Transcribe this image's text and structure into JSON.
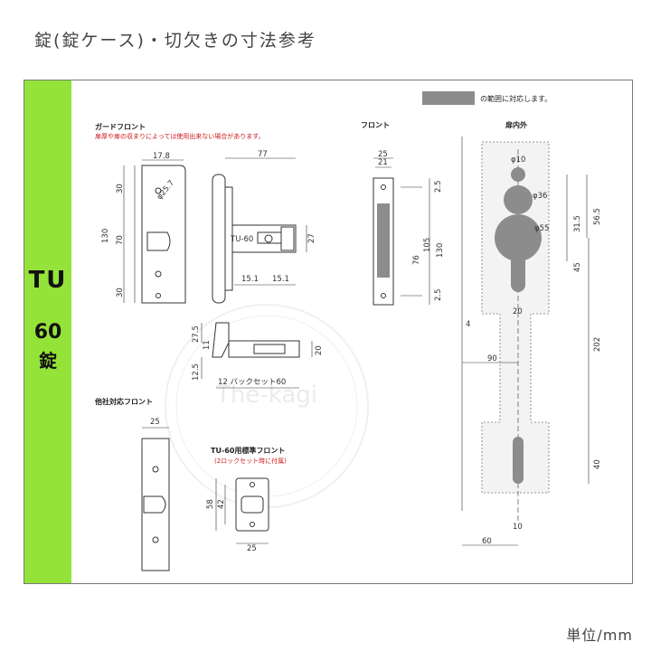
{
  "title": "錠(錠ケース)・切欠きの寸法参考",
  "sidebar": {
    "line1": "TU",
    "line2": "60",
    "line3": "錠"
  },
  "units_label": "単位/mm",
  "watermark": "The-kagi",
  "legend": {
    "text": "の範囲に対応します。",
    "swatch_color": "#8c8c8c"
  },
  "sections": {
    "guard_front": {
      "title": "ガードフロント",
      "note": "扉厚や扉の収まりによっては使用出来ない場合があります。"
    },
    "front": {
      "title": "フロント"
    },
    "door_inside": {
      "title": "扉内外"
    },
    "other_front": {
      "title": "他社対応フロント"
    },
    "std_front": {
      "title": "TU-60用標準フロント",
      "note": "(2ロックセット時に付属)"
    },
    "backset": {
      "label": "12 バックセット60"
    },
    "case_mark": "TU-60"
  },
  "dims": {
    "gf_width": "17.8",
    "gf_top": "30",
    "gf_mid": "70",
    "gf_bot": "30",
    "gf_total": "130",
    "gf_hole": "φ25.7",
    "case_len": "77",
    "case_h": "27",
    "case_a": "15.1",
    "case_b": "15.1",
    "side_a": "27.5",
    "side_b": "11",
    "side_c": "12.5",
    "side_d": "20",
    "fr_w1": "25",
    "fr_w2": "21",
    "fr_a": "2.5",
    "fr_b": "76",
    "fr_c": "105",
    "fr_d": "130",
    "fr_e": "2.5",
    "d_10": "φ10",
    "d_36": "φ36",
    "d_55": "φ55",
    "d_315": "31.5",
    "d_565": "56.5",
    "d_45": "45",
    "d_20": "20",
    "d_4": "4",
    "d_90": "90",
    "d_202": "202",
    "d_40": "40",
    "d_10b": "10",
    "d_60": "60",
    "of_w": "25",
    "sf_58": "58",
    "sf_42": "42",
    "sf_25": "25"
  }
}
